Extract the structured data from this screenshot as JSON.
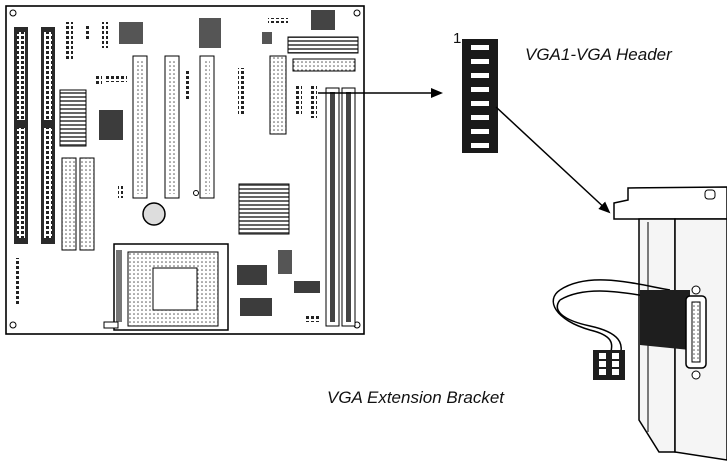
{
  "labels": {
    "pin_one": "1",
    "header": "VGA1-VGA Header",
    "bracket": "VGA Extension Bracket"
  },
  "colors": {
    "pcb_outline": "#000000",
    "component_dark": "#3c3c3c",
    "component_mid": "#8a8a8a",
    "component_light": "#d8d8d8",
    "header_pins": "#1a1a1a"
  },
  "header": {
    "pin_rows": 8
  }
}
